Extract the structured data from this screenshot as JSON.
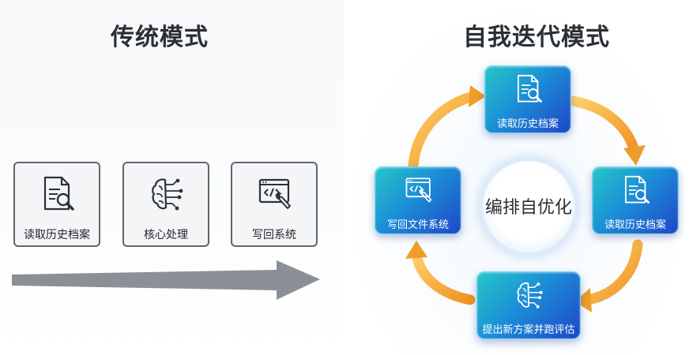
{
  "traditional": {
    "title": "传统模式",
    "steps": [
      {
        "label": "读取历史档案",
        "icon": "document-search-icon"
      },
      {
        "label": "核心处理",
        "icon": "brain-circuit-icon"
      },
      {
        "label": "写回系统",
        "icon": "code-window-wrench-icon"
      }
    ],
    "arrow_color": "#8b9097"
  },
  "iterative": {
    "title": "自我迭代模式",
    "center_label": "编排自优化",
    "nodes": {
      "top": {
        "label": "读取历史档案",
        "icon": "document-search-icon"
      },
      "right": {
        "label": "读取历史档案",
        "icon": "document-search-icon"
      },
      "bottom": {
        "label": "提出新方案并跑评估",
        "icon": "brain-circuit-icon"
      },
      "left": {
        "label": "写回文件系统",
        "icon": "code-window-wrench-icon"
      }
    },
    "arrow_color": "#f0a838"
  }
}
